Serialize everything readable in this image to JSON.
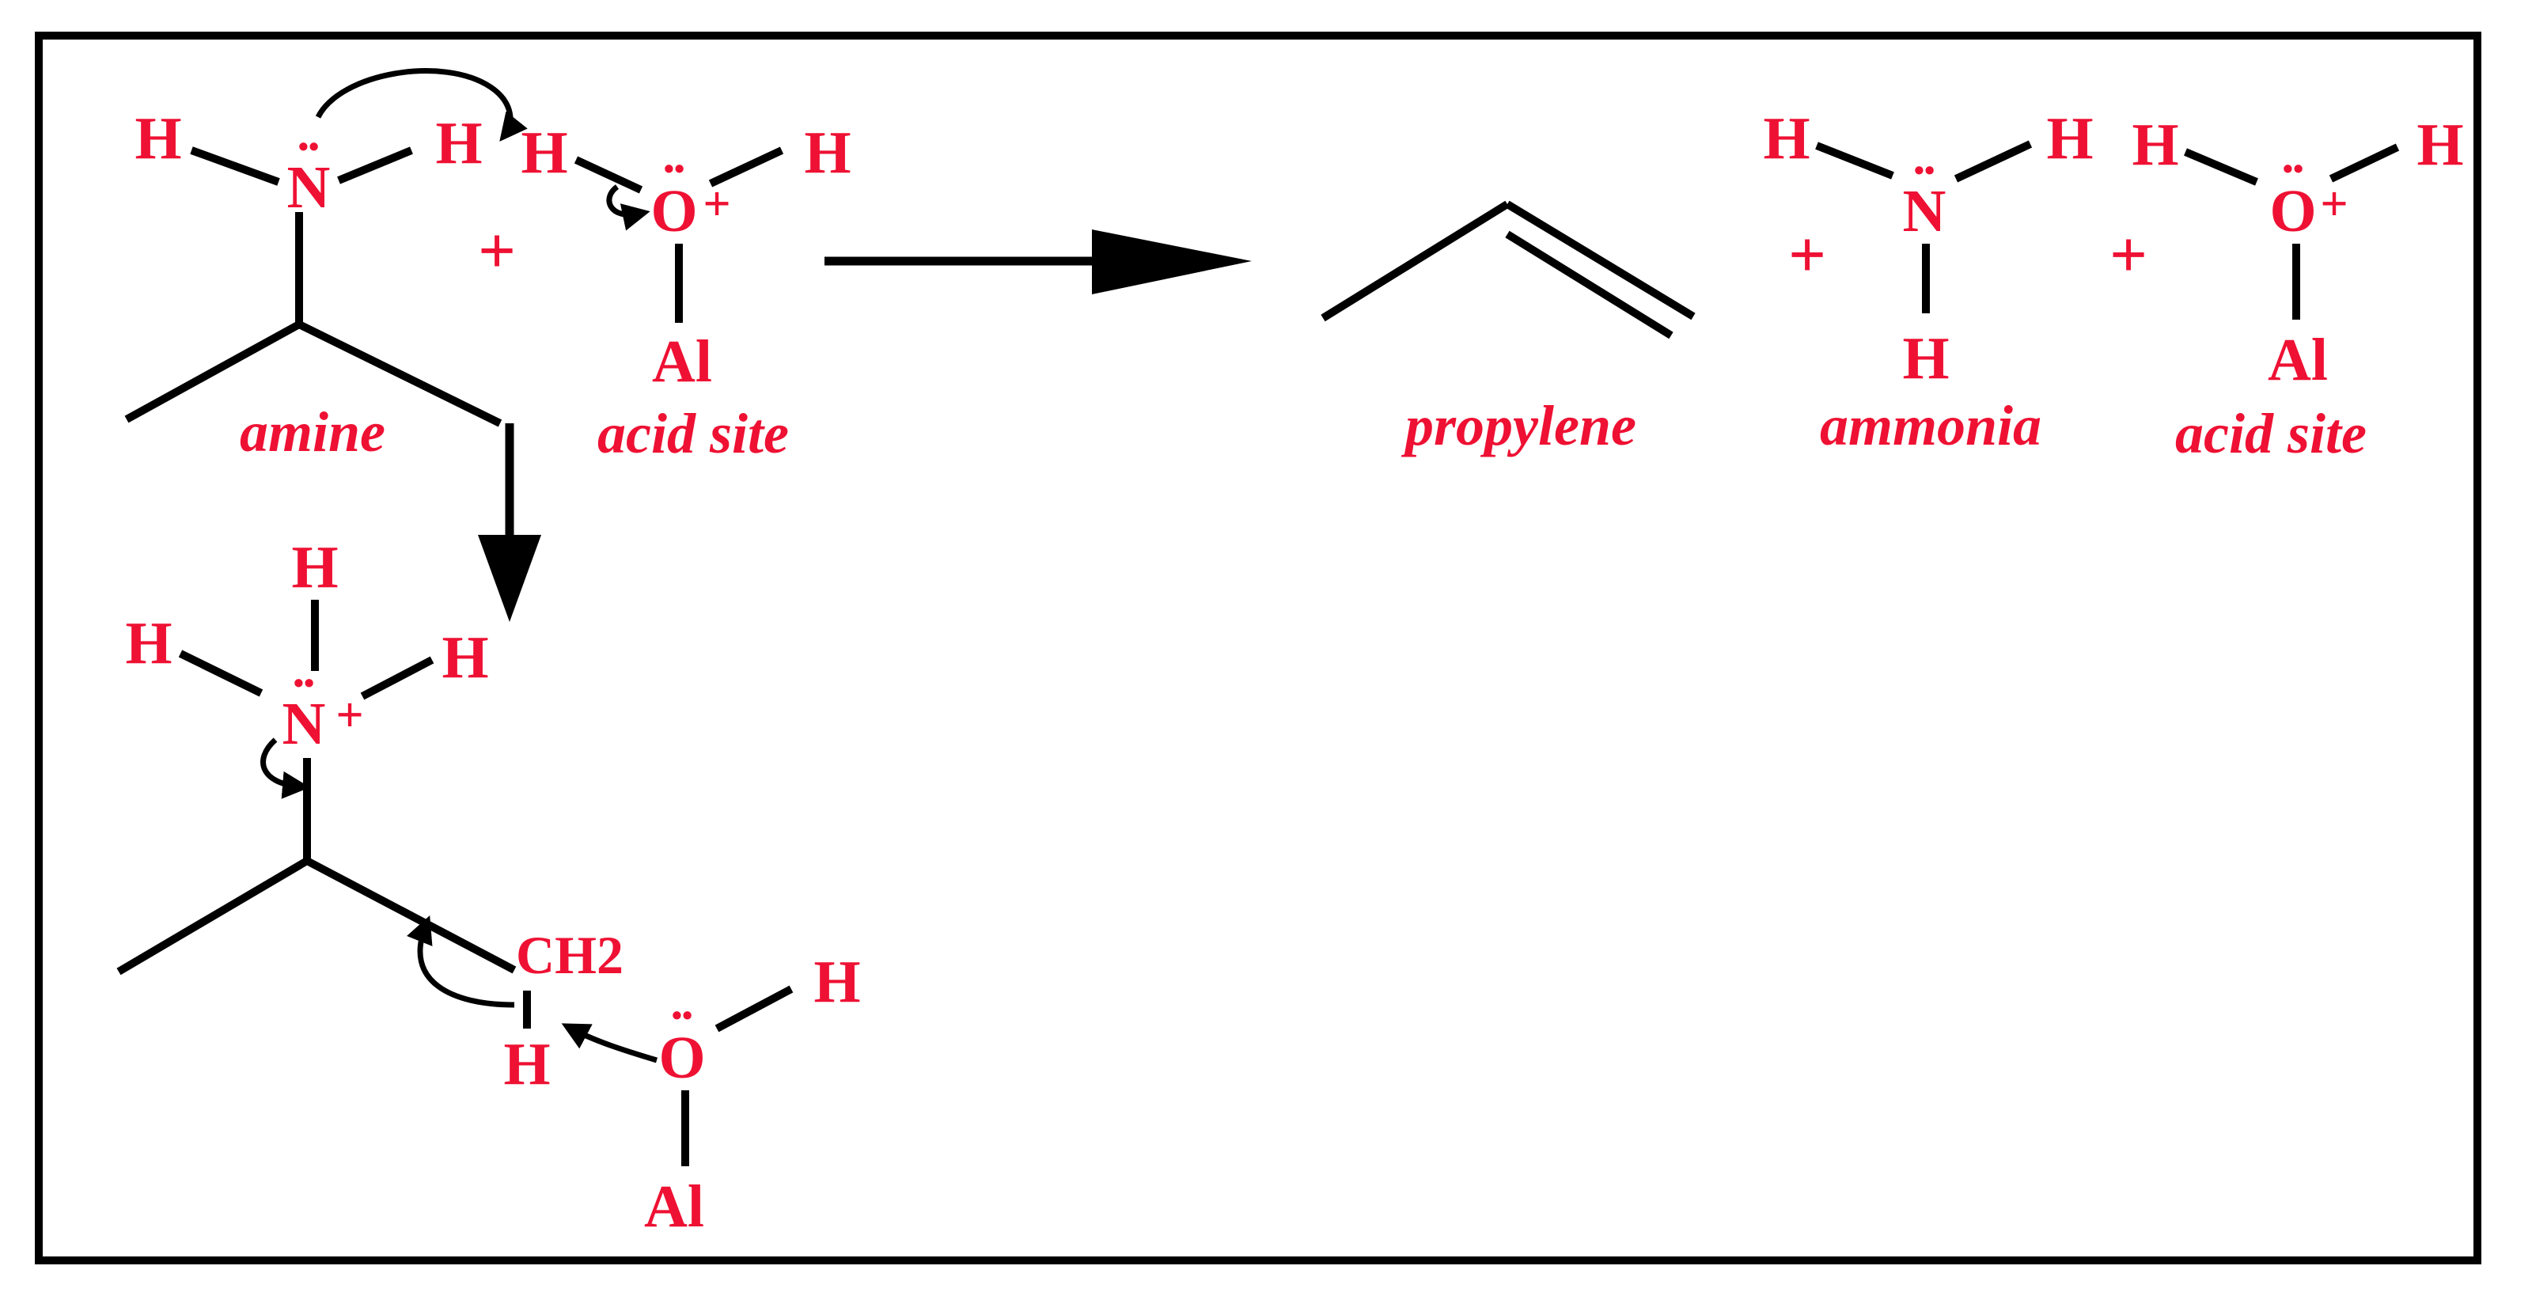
{
  "colors": {
    "label": "#ee1133",
    "line": "#000000",
    "border": "#000000"
  },
  "reactants": {
    "amine": {
      "h_left": "H",
      "n": "N",
      "lone_pair": "••",
      "h_right": "H",
      "label": "amine"
    },
    "plus": "+",
    "acid_site": {
      "h_left": "H",
      "o": "O",
      "lone_pair": "••",
      "charge": "+",
      "h_right": "H",
      "al": "Al",
      "label": "acid site"
    }
  },
  "products": {
    "propylene": {
      "label": "propylene"
    },
    "plus_1": "+",
    "ammonia": {
      "h_left": "H",
      "n": "N",
      "lone_pair": "••",
      "h_right": "H",
      "h_bottom": "H",
      "label": "ammonia"
    },
    "plus_2": "+",
    "acid_site": {
      "h_left": "H",
      "o": "O",
      "lone_pair": "••",
      "charge": "+",
      "h_right": "H",
      "al": "Al",
      "label": "acid site"
    }
  },
  "intermediate": {
    "h_top": "H",
    "h_left": "H",
    "h_right": "H",
    "n": "N",
    "lone_pair": "••",
    "charge": "+",
    "ch2": "CH2",
    "h_lower": "H",
    "hydroxyl": {
      "o": "O",
      "lone_pair": "••",
      "h": "H",
      "al": "Al"
    }
  }
}
